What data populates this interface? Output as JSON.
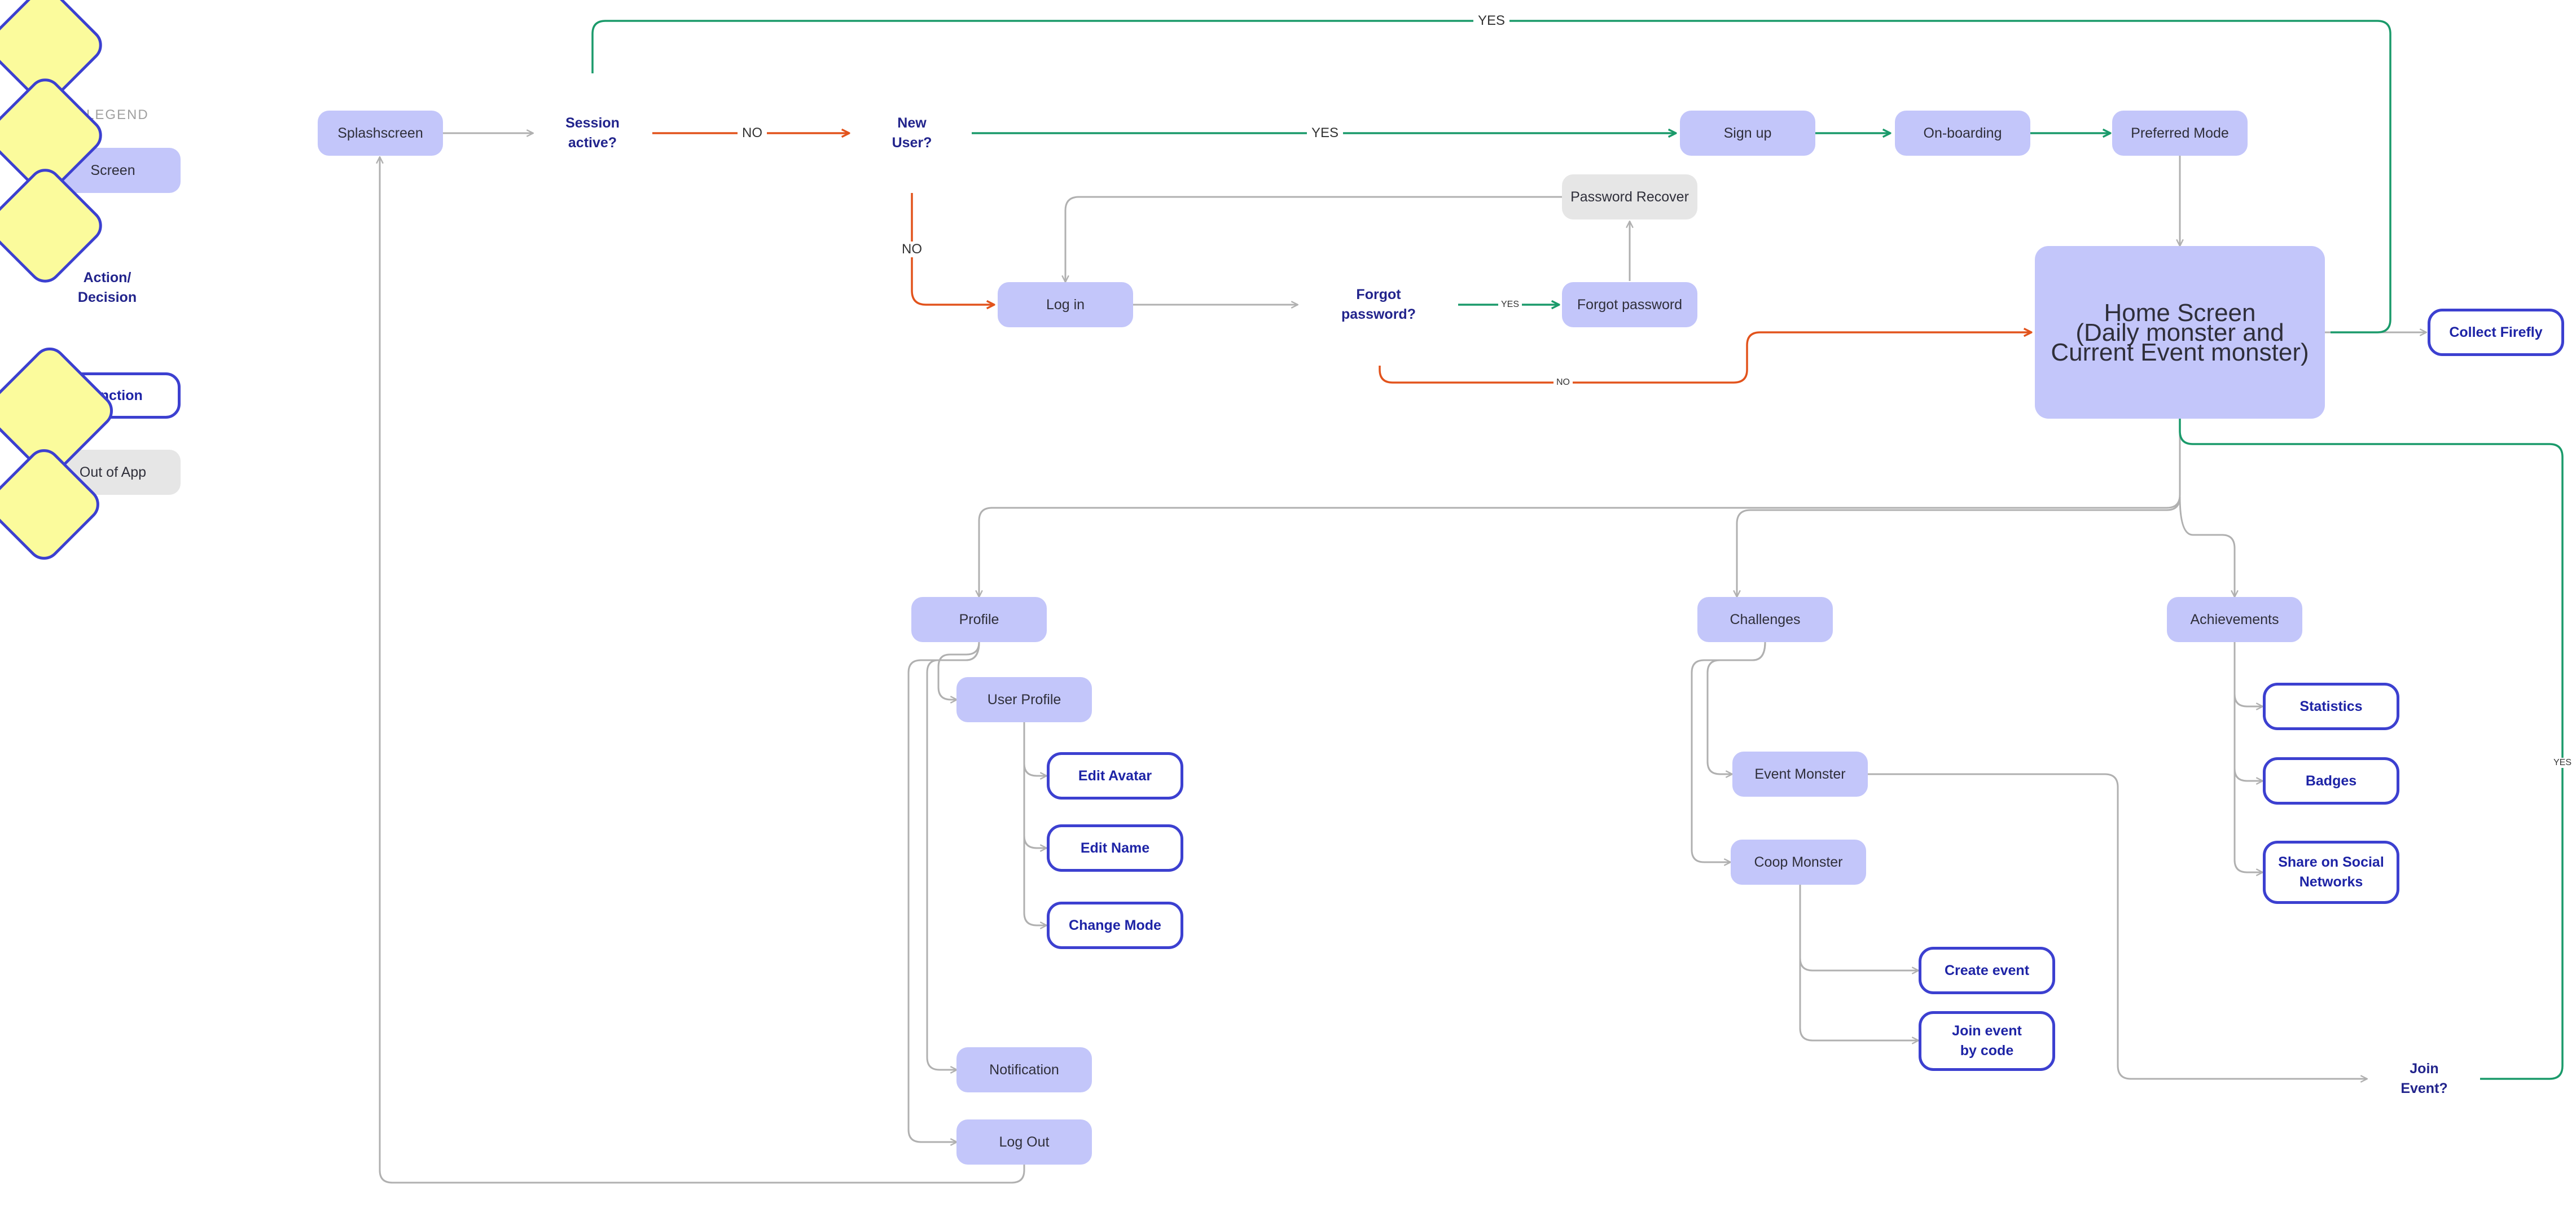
{
  "legend": {
    "title": "LEGEND",
    "screen": "Screen",
    "decision": "Action/\nDecision",
    "function": "Function",
    "out_of_app": "Out of App"
  },
  "nodes": {
    "splashscreen": "Splashscreen",
    "session_active": "Session\nactive?",
    "new_user": "New\nUser?",
    "sign_up": "Sign up",
    "onboarding": "On-boarding",
    "preferred_mode": "Preferred Mode",
    "password_recover": "Password Recover",
    "log_in": "Log in",
    "forgot_password_q": "Forgot\npassword?",
    "forgot_password": "Forgot password",
    "home_screen": "Home Screen\n(Daily monster and\nCurrent Event monster)",
    "collect_firefly": "Collect Firefly",
    "profile": "Profile",
    "challenges": "Challenges",
    "achievements": "Achievements",
    "user_profile": "User Profile",
    "edit_avatar": "Edit Avatar",
    "edit_name": "Edit Name",
    "change_mode": "Change Mode",
    "notification": "Notification",
    "log_out": "Log Out",
    "event_monster": "Event Monster",
    "coop_monster": "Coop Monster",
    "create_event": "Create event",
    "join_event_by_code": "Join event\nby  code",
    "statistics": "Statistics",
    "badges": "Badges",
    "share_social": "Share on Social\nNetworks",
    "join_event_q": "Join\nEvent?"
  },
  "edge_labels": {
    "yes_top": "YES",
    "no_session": "NO",
    "yes_new_user": "YES",
    "no_new_user": "NO",
    "yes_forgot": "YES",
    "no_forgot": "NO",
    "yes_join": "YES"
  },
  "colors": {
    "screen": "#c3c6fa",
    "decision": "#fbfb9c",
    "function_border": "#3c40d0",
    "out_of_app": "#e6e6e6",
    "yes_edge": "#1a9a6a",
    "no_edge": "#e2531c",
    "neutral_edge": "#b0b0b0"
  }
}
